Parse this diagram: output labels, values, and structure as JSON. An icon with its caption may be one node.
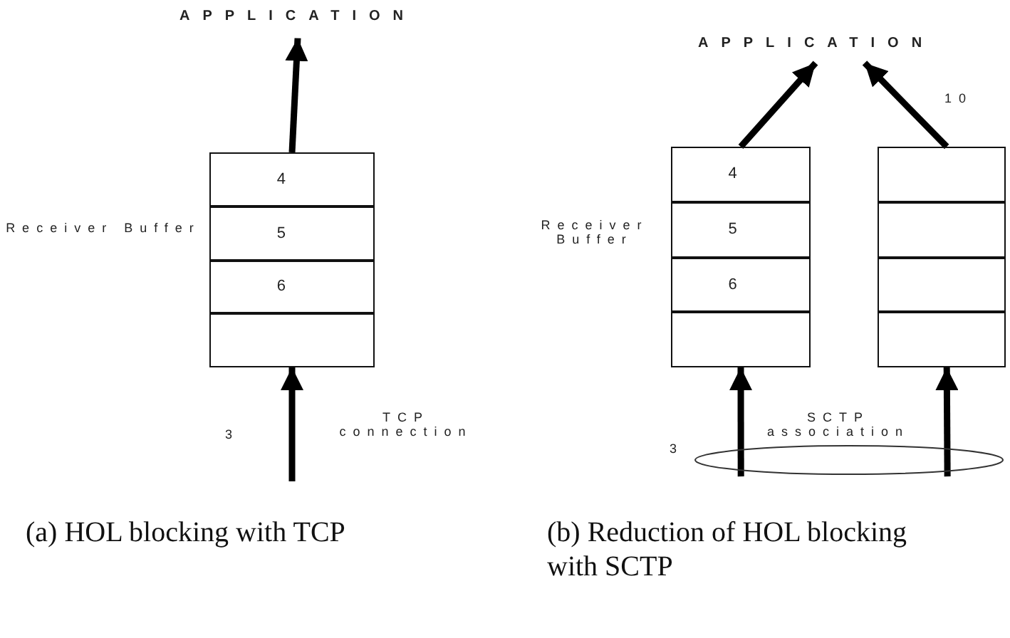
{
  "diagram": {
    "nodes": [
      {
        "text": [
          "APPLICATION"
        ]
      },
      {
        "text": [],
        "shape": "box",
        "beside": [
          "Receiver Buffer"
        ]
      },
      {
        "text": [
          "4"
        ],
        "in": 1
      },
      {
        "text": [
          "5"
        ],
        "in": 1
      },
      {
        "text": [
          "6"
        ],
        "in": 1
      },
      {
        "text": [],
        "shape": "box",
        "in": 1
      },
      {
        "text": [
          "APPLICATION"
        ]
      },
      {
        "text": [],
        "shape": "box",
        "beside": [
          "Receiver Buffer"
        ]
      },
      {
        "text": [
          "4"
        ],
        "in": 7
      },
      {
        "text": [
          "5"
        ],
        "in": 7
      },
      {
        "text": [
          "6"
        ],
        "in": 7
      },
      {
        "text": [],
        "shape": "box",
        "in": 7
      },
      {
        "text": [],
        "shape": "box"
      },
      {
        "text": [],
        "shape": "box",
        "in": 12
      },
      {
        "text": [],
        "shape": "box",
        "in": 12
      },
      {
        "text": [],
        "shape": "box",
        "in": 12
      },
      {
        "text": [],
        "shape": "box",
        "in": 12
      },
      {
        "text": [
          "SCTP association"
        ]
      }
    ],
    "edges": [
      {
        "from": 1,
        "to": 0,
        "arrow": "to"
      },
      {
        "from": null,
        "to": 1,
        "arrow": "to",
        "label": "TCP connection"
      },
      {
        "from": 7,
        "to": 6,
        "arrow": "to"
      },
      {
        "from": 12,
        "to": 6,
        "arrow": "to"
      },
      {
        "from": 17,
        "to": 7,
        "arrow": "to"
      },
      {
        "from": 17,
        "to": 12,
        "arrow": "to"
      }
    ],
    "labels": [
      "10",
      "3",
      "3",
      "(a) HOL blocking with TCP",
      "(b) Reduction of HOL blocking with SCTP"
    ]
  }
}
